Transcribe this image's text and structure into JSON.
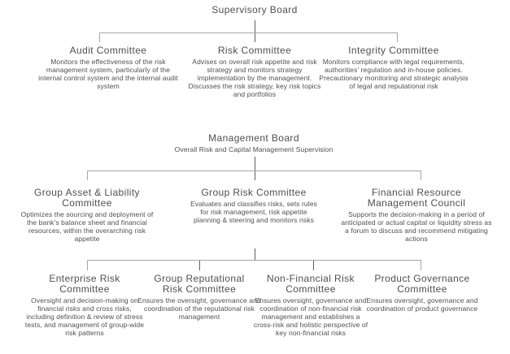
{
  "colors": {
    "background": "#ffffff",
    "text": "#4f4f4f",
    "connector_light": "#a6a6a6",
    "connector_dark": "#5f5f5f"
  },
  "supervisory_board": {
    "title": "Supervisory Board"
  },
  "board_committees": [
    {
      "title": "Audit Committee",
      "description": "Monitors the effectiveness of the risk management system, particularly of the internal control system and the internal audit system"
    },
    {
      "title": "Risk Committee",
      "description": "Advises on overall risk appetite and risk strategy and monitors strategy implementation by the management. Discusses the risk strategy, key risk topics and portfolios"
    },
    {
      "title": "Integrity Committee",
      "description": "Monitors compliance with legal requirements, authorities’ regulation and in-house policies. Precautionary monitoring and strategic analysis of legal and reputational risk"
    }
  ],
  "management_board": {
    "title": "Management Board",
    "subtitle": "Overall Risk and Capital Management Supervision"
  },
  "management_committees": [
    {
      "title": "Group Asset & Liability Committee",
      "description": "Optimizes the sourcing and deployment of the bank’s balance sheet and financial resources, within the overarching risk appetite"
    },
    {
      "title": "Group Risk Committee",
      "description": "Evaluates and classifies risks, sets rules for risk management, risk appetite planning & steering and monitors risks"
    },
    {
      "title": "Financial Resource Management Council",
      "description": "Supports the decision-making in a period of anticipated or actual capital or liquidity stress as a forum to discuss and recommend mitigating actions"
    }
  ],
  "risk_subcommittees": [
    {
      "title": "Enterprise Risk Committee",
      "description": "Oversight and decision-making on financial risks and cross risks, including definition & review of stress tests, and management of group-wide risk patterns"
    },
    {
      "title": "Group Reputational Risk Committee",
      "description": "Ensures the oversight, governance and coordination of the reputational risk management"
    },
    {
      "title": "Non-Financial Risk Committee",
      "description": "Ensures oversight, governance and coordination of non-financial risk management and establishes a cross-risk and holistic perspective of key non-financial risks"
    },
    {
      "title": "Product Governance Committee",
      "description": "Ensures oversight, governance and coordination of product governance"
    }
  ]
}
